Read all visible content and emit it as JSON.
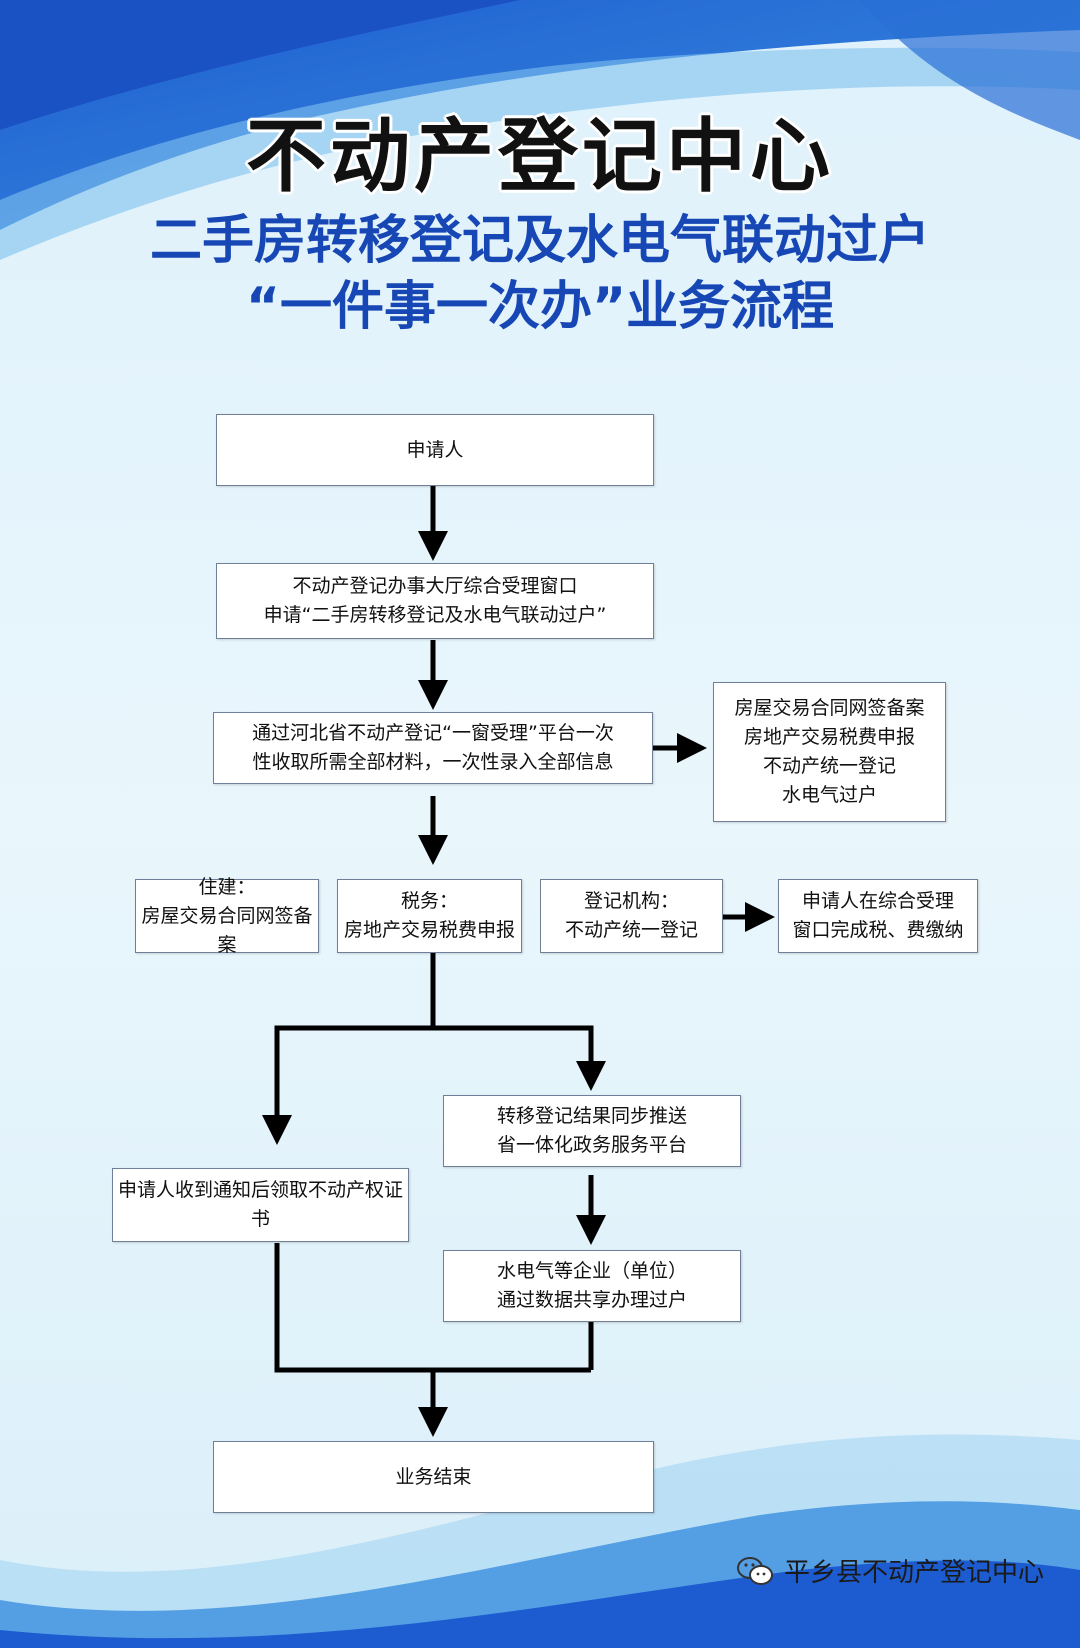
{
  "header": {
    "title": "不动产登记中心",
    "subtitle_line1": "二手房转移登记及水电气联动过户",
    "subtitle_line2": "“一件事一次办”业务流程"
  },
  "flow": {
    "applicant": "申请人",
    "window": "不动产登记办事大厅综合受理窗口\n申请“二手房转移登记及水电气联动过户”",
    "platform": "通过河北省不动产登记“一窗受理”平台一次\n性收取所需全部材料，一次性录入全部信息",
    "platform_side": "房屋交易合同网签备案\n房地产交易税费申报\n不动产统一登记\n水电气过户",
    "housing": "住建：\n房屋交易合同网签备案",
    "tax": "税务：\n房地产交易税费申报",
    "registry": "登记机构：\n不动产统一登记",
    "payment": "申请人在综合受理\n窗口完成税、费缴纳",
    "sync": "转移登记结果同步推送\n省一体化政务服务平台",
    "certificate": "申请人收到通知后领取不动产权证书",
    "utilities": "水电气等企业（单位）\n通过数据共享办理过户",
    "end": "业务结束"
  },
  "footer": {
    "account": "平乡县不动产登记中心",
    "icon": "wechat-icon"
  }
}
